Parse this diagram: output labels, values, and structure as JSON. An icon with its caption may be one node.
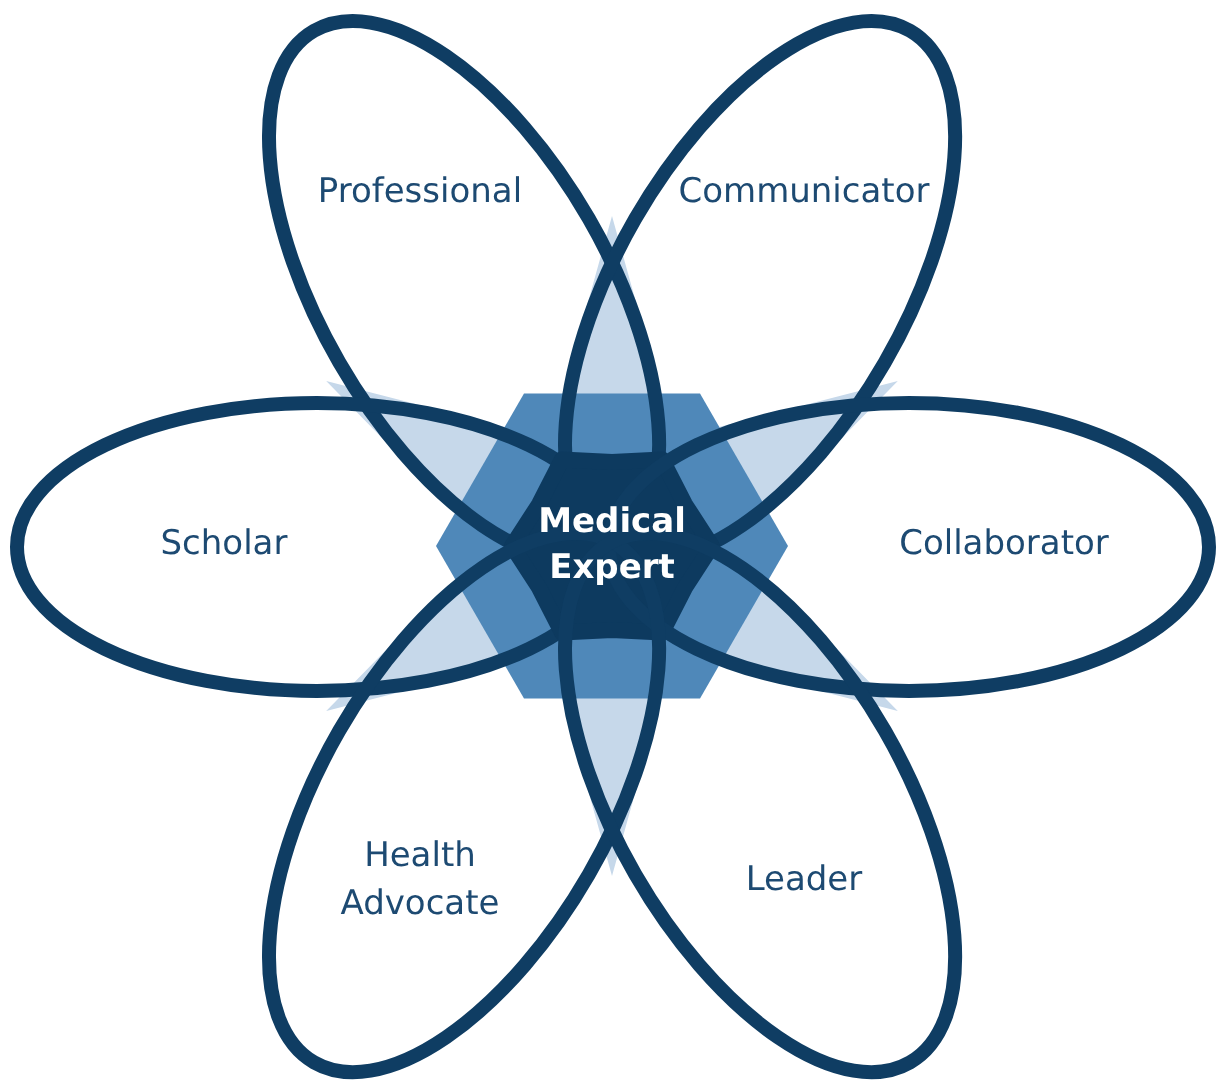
{
  "diagram": {
    "nodes": [
      {
        "text": [
          "Professional"
        ]
      },
      {
        "text": [
          "Communicator"
        ]
      },
      {
        "text": [
          "Scholar"
        ]
      },
      {
        "text": [
          "Medical Expert"
        ]
      },
      {
        "text": [
          "Collaborator"
        ]
      },
      {
        "text": [
          "Health Advocate"
        ]
      },
      {
        "text": [
          "Leader"
        ]
      }
    ]
  }
}
